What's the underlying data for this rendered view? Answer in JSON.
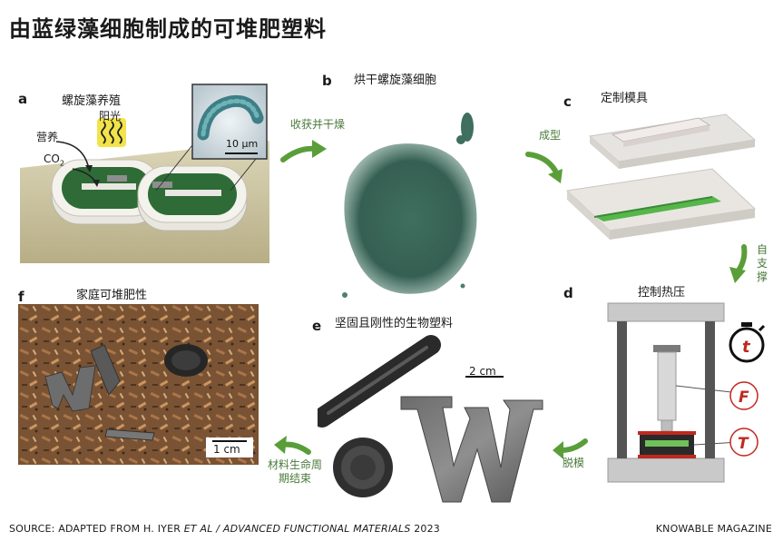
{
  "title": "由蓝绿藻细胞制成的可堆肥塑料",
  "panels": {
    "a": {
      "letter": "a",
      "label": "螺旋藻养殖",
      "sunlight": "阳光",
      "nutrients": "营养",
      "co2": "CO",
      "co2_sub": "2",
      "scale": "10 µm"
    },
    "b": {
      "letter": "b",
      "label": "烘干螺旋藻细胞"
    },
    "c": {
      "letter": "c",
      "label": "定制模具"
    },
    "d": {
      "letter": "d",
      "label": "控制热压",
      "t_symbol": "t",
      "f_symbol": "F",
      "T_symbol": "T"
    },
    "e": {
      "letter": "e",
      "label": "坚固且刚性的生物塑料",
      "scale": "2 cm"
    },
    "f": {
      "letter": "f",
      "label": "家庭可堆肥性",
      "scale": "1 cm"
    }
  },
  "arrows": {
    "ab": "收获并干燥",
    "bc": "成型",
    "cd": [
      "自",
      "支",
      "撑"
    ],
    "de": "脱模",
    "ef": [
      "材料生命周",
      "期结束"
    ]
  },
  "footer": {
    "source_prefix": "SOURCE: ADAPTED FROM H. IYER ",
    "source_italic": "ET AL / ADVANCED FUNCTIONAL MATERIALS",
    "source_year": " 2023",
    "brand": "KNOWABLE MAGAZINE"
  },
  "colors": {
    "arrow_green": "#5a9e3a",
    "algae_green": "#2f6b3a",
    "force_red": "#c0281e"
  }
}
